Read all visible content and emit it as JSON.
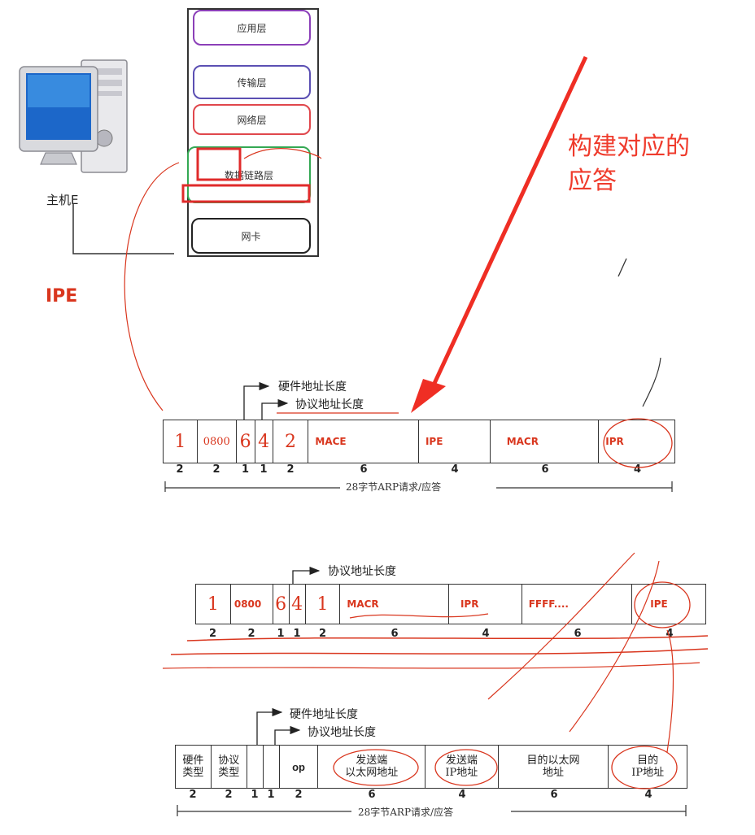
{
  "stack": {
    "layers": [
      {
        "label": "应用层",
        "color": "#8b3fb8"
      },
      {
        "label": "传输层",
        "color": "#5b4fb3"
      },
      {
        "label": "网络层",
        "color": "#e0474c"
      },
      {
        "label": "数据链路层",
        "color": "#34a853"
      },
      {
        "label": "网卡",
        "color": "#222222"
      }
    ]
  },
  "host": {
    "label": "主机E",
    "icon": "desktop-computer-icon"
  },
  "tag_ipe": "IPE",
  "annotation": {
    "line1": "构建对应的",
    "line2": "应答"
  },
  "labels": {
    "hw_len": "硬件地址长度",
    "proto_len": "协议地址长度"
  },
  "packet_reply": {
    "cells": [
      "1",
      "0800",
      "6",
      "4",
      "2",
      "MACE",
      "IPE",
      "MACR",
      "IPR"
    ],
    "sizes": [
      "2",
      "2",
      "1",
      "1",
      "2",
      "6",
      "4",
      "6",
      "4"
    ],
    "total": "28字节ARP请求/应答"
  },
  "packet_request": {
    "cells": [
      "1",
      "0800",
      "6",
      "4",
      "1",
      "MACR",
      "IPR",
      "FFFF....",
      "IPE"
    ],
    "sizes": [
      "2",
      "2",
      "1",
      "1",
      "2",
      "6",
      "4",
      "6",
      "4"
    ]
  },
  "packet_format": {
    "cells": [
      "硬件\n类型",
      "协议\n类型",
      "",
      "",
      "op",
      "发送端\n以太网地址",
      "发送端\nIP地址",
      "目的以太网\n地址",
      "目的\nIP地址"
    ],
    "sizes": [
      "2",
      "2",
      "1",
      "1",
      "2",
      "6",
      "4",
      "6",
      "4"
    ],
    "total": "28字节ARP请求/应答"
  },
  "colors": {
    "annotation": "#ef3b2c",
    "stroke_red": "#d9361e"
  }
}
